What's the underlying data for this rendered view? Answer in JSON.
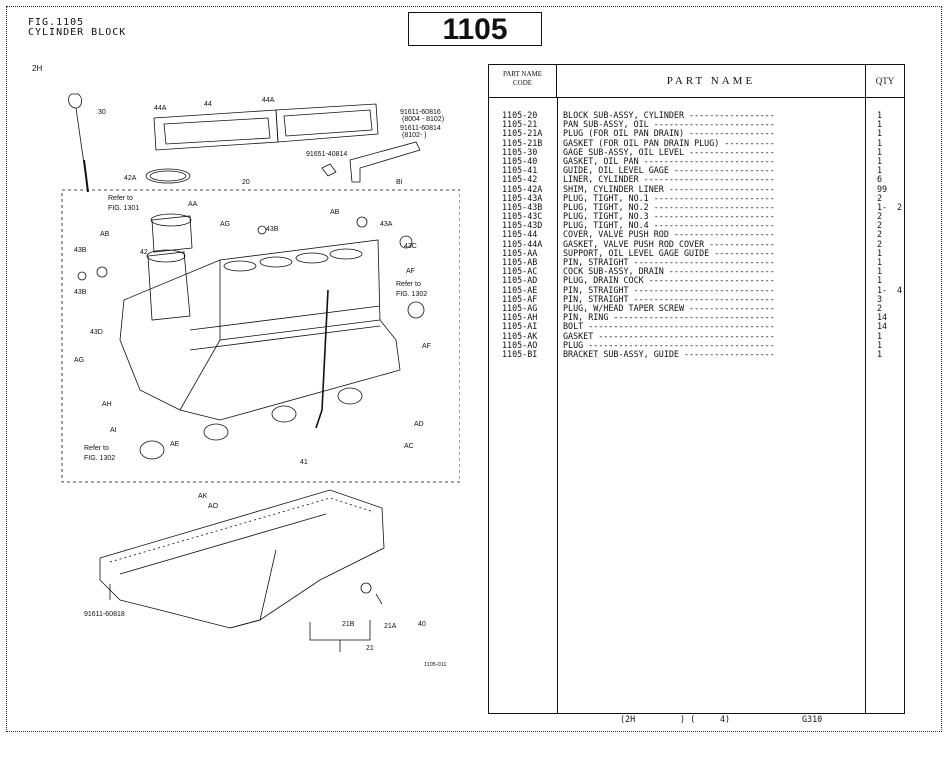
{
  "header": {
    "fig_label": "FIG.1105",
    "title": "CYLINDER BLOCK",
    "fig_number": "1105",
    "model": "2H"
  },
  "drawing": {
    "code": "1105-011",
    "labels": {
      "n30": "30",
      "n44A_l": "44A",
      "n44": "44",
      "n44A_r": "44A",
      "pn_60816": "91611-60816",
      "pn_60816_range": "(8004 - 8102)",
      "pn_60814": "91611-60814",
      "pn_60814_range": "(8102-      )",
      "pn_40814": "91651-40814",
      "n42A": "42A",
      "n20": "20",
      "nBI": "BI",
      "ref1301_a": "Refer to",
      "ref1301_b": "FIG. 1301",
      "nAA": "AA",
      "nAG_top": "AG",
      "n43B_top": "43B",
      "nAB_top": "AB",
      "n43A": "43A",
      "nAB_left": "AB",
      "n42": "42",
      "n43C": "43C",
      "n43B_l1": "43B",
      "n43B_l2": "43B",
      "nAF_top": "AF",
      "ref1302_a": "Refer to",
      "ref1302_b": "FIG. 1302",
      "n43D": "43D",
      "nAF_right": "AF",
      "nAG_left": "AG",
      "nAH": "AH",
      "nAI": "AI",
      "nAE": "AE",
      "ref1302b_a": "Refer to",
      "ref1302b_b": "FIG. 1302",
      "n41": "41",
      "nAD": "AD",
      "nAC": "AC",
      "nAK": "AK",
      "nAO": "AO",
      "pn_60818": "91611-60818",
      "n21B": "21B",
      "n21A": "21A",
      "n40": "40",
      "n21": "21"
    }
  },
  "table": {
    "header_code_1": "PART NAME",
    "header_code_2": "CODE",
    "header_name": "PART NAME",
    "header_qty": "QTY",
    "rows": [
      {
        "code": "1105-20",
        "name": "BLOCK SUB-ASSY, CYLINDER  -----------------",
        "qty": "1",
        "qty2": ""
      },
      {
        "code": "1105-21",
        "name": "PAN SUB-ASSY, OIL  ------------------------",
        "qty": "1",
        "qty2": ""
      },
      {
        "code": "1105-21A",
        "name": "PLUG (FOR OIL PAN DRAIN)  -----------------",
        "qty": "1",
        "qty2": ""
      },
      {
        "code": "1105-21B",
        "name": "GASKET (FOR OIL PAN DRAIN PLUG)  ----------",
        "qty": "1",
        "qty2": ""
      },
      {
        "code": "1105-30",
        "name": "GAGE SUB-ASSY, OIL LEVEL  -----------------",
        "qty": "1",
        "qty2": ""
      },
      {
        "code": "1105-40",
        "name": "GASKET, OIL PAN  --------------------------",
        "qty": "1",
        "qty2": ""
      },
      {
        "code": "1105-41",
        "name": "GUIDE, OIL LEVEL GAGE  --------------------",
        "qty": "1",
        "qty2": ""
      },
      {
        "code": "1105-42",
        "name": "LINER, CYLINDER  --------------------------",
        "qty": "6",
        "qty2": ""
      },
      {
        "code": "1105-42A",
        "name": "SHIM, CYLINDER LINER  ---------------------",
        "qty": "99",
        "qty2": ""
      },
      {
        "code": "1105-43A",
        "name": "PLUG, TIGHT, NO.1  ------------------------",
        "qty": "2",
        "qty2": ""
      },
      {
        "code": "1105-43B",
        "name": "PLUG, TIGHT, NO.2  ------------------------",
        "qty": "1-",
        "qty2": "2"
      },
      {
        "code": "1105-43C",
        "name": "PLUG, TIGHT, NO.3  ------------------------",
        "qty": "2",
        "qty2": ""
      },
      {
        "code": "1105-43D",
        "name": "PLUG, TIGHT, NO.4  ------------------------",
        "qty": "2",
        "qty2": ""
      },
      {
        "code": "1105-44",
        "name": "COVER, VALVE PUSH ROD  --------------------",
        "qty": "2",
        "qty2": ""
      },
      {
        "code": "1105-44A",
        "name": "GASKET, VALVE PUSH ROD COVER  -------------",
        "qty": "2",
        "qty2": ""
      },
      {
        "code": "1105-AA",
        "name": "SUPPORT, OIL LEVEL GAGE GUIDE  ------------",
        "qty": "1",
        "qty2": ""
      },
      {
        "code": "1105-AB",
        "name": "PIN, STRAIGHT  ----------------------------",
        "qty": "1",
        "qty2": ""
      },
      {
        "code": "1105-AC",
        "name": "COCK SUB-ASSY, DRAIN  ---------------------",
        "qty": "1",
        "qty2": ""
      },
      {
        "code": "1105-AD",
        "name": "PLUG, DRAIN COCK  -------------------------",
        "qty": "1",
        "qty2": ""
      },
      {
        "code": "1105-AE",
        "name": "PIN, STRAIGHT  ----------------------------",
        "qty": "1-",
        "qty2": "4"
      },
      {
        "code": "1105-AF",
        "name": "PIN, STRAIGHT  ----------------------------",
        "qty": "3",
        "qty2": ""
      },
      {
        "code": "1105-AG",
        "name": "PLUG, W/HEAD TAPER SCREW  -----------------",
        "qty": "2",
        "qty2": ""
      },
      {
        "code": "1105-AH",
        "name": "PIN, RING  --------------------------------",
        "qty": "14",
        "qty2": ""
      },
      {
        "code": "1105-AI",
        "name": "BOLT  -------------------------------------",
        "qty": "14",
        "qty2": ""
      },
      {
        "code": "1105-AK",
        "name": "GASKET  -----------------------------------",
        "qty": "1",
        "qty2": ""
      },
      {
        "code": "1105-AO",
        "name": "PLUG  -------------------------------------",
        "qty": "1",
        "qty2": ""
      },
      {
        "code": "1105-BI",
        "name": "BRACKET SUB-ASSY, GUIDE  ------------------",
        "qty": "1",
        "qty2": ""
      }
    ]
  },
  "footer": {
    "model": "(2H",
    "paren": ") (",
    "page": "4)",
    "book": "G310"
  }
}
